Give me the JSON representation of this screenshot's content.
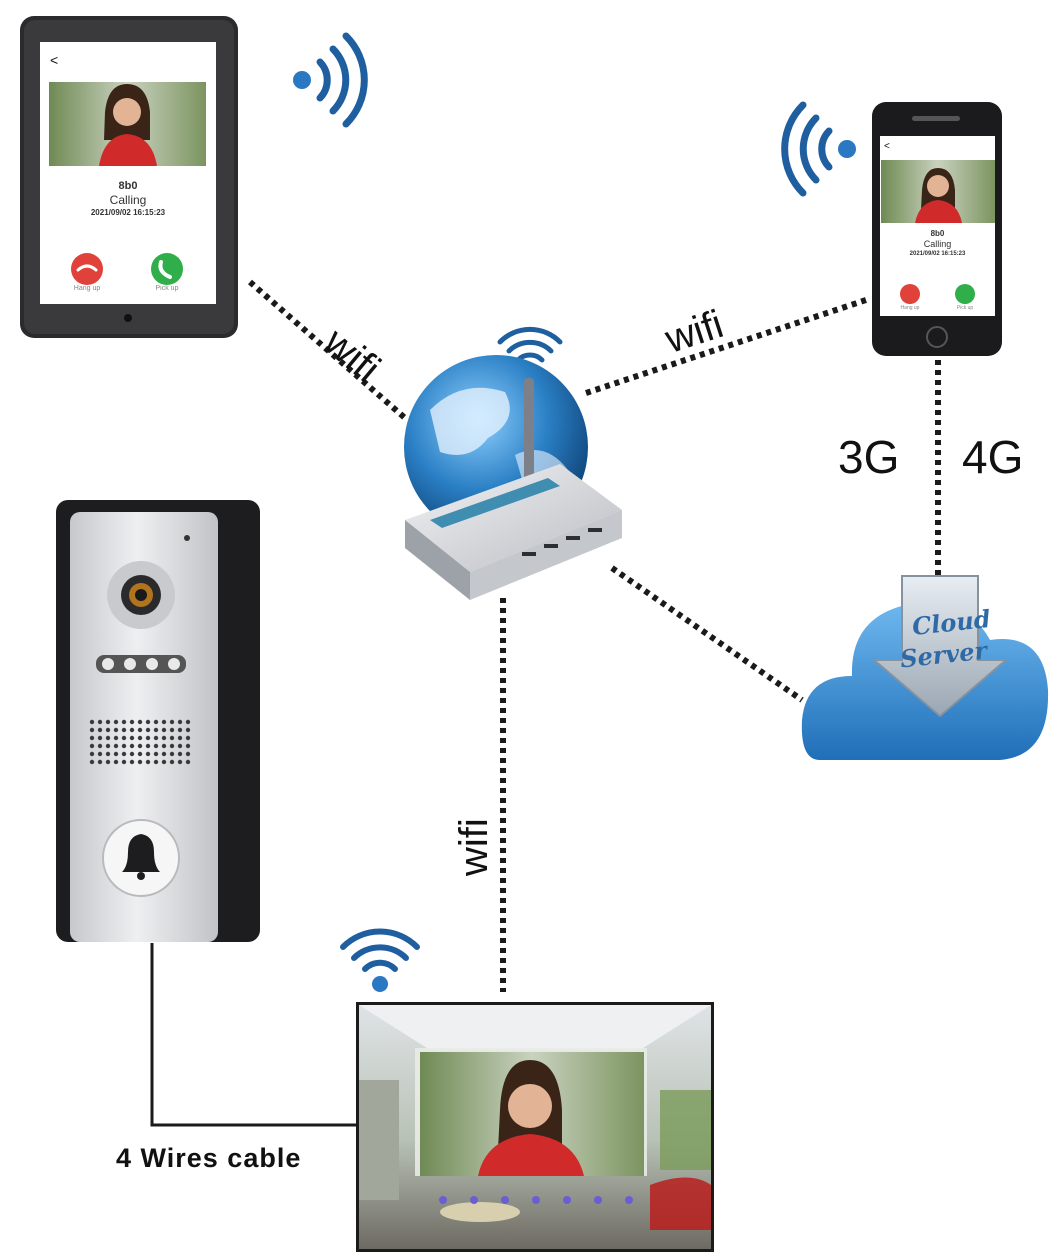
{
  "labels": {
    "wifi_tablet": "wifi",
    "wifi_phone": "wifi",
    "wifi_monitor": "wifi",
    "net_3g": "3G",
    "net_4g": "4G",
    "cable": "4 Wires cable"
  },
  "tablet": {
    "back": "<",
    "name": "8b0",
    "status": "Calling",
    "timestamp": "2021/09/02 16:15:23",
    "hang_up": "Hang up",
    "pick_up": "Pick up"
  },
  "phone": {
    "back": "<",
    "name": "8b0",
    "status": "Calling",
    "timestamp": "2021/09/02 16:15:23",
    "hang_up": "Hang up",
    "pick_up": "Pick up"
  },
  "cloud": {
    "line1": "Cloud",
    "line2": "Server"
  },
  "colors": {
    "hangup": "#e0413b",
    "pickup": "#2fae4a",
    "globe": "#2a7fc4",
    "cloud": "#3a8fd6",
    "panel_silver": "#d9dadc",
    "panel_black": "#1d1d1f"
  },
  "icons": [
    "wifi-signal-icon",
    "phone-hangup-icon",
    "phone-pickup-icon",
    "bell-icon",
    "camera-lens-icon"
  ]
}
